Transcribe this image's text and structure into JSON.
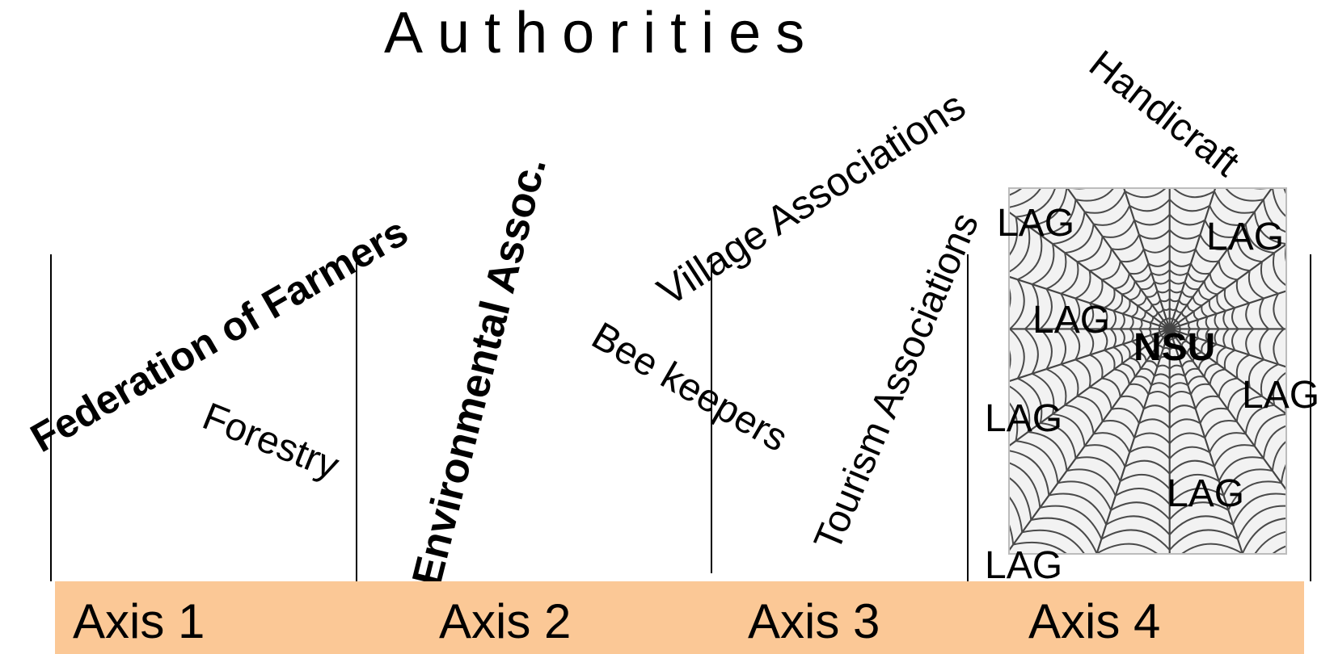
{
  "title": "Authorities",
  "organizations": {
    "federation": "Federation of Farmers",
    "environmental": "Environmental Assoc.",
    "village": "Village Associations",
    "handicraft": "Handicraft",
    "forestry": "Forestry",
    "bee": "Bee keepers",
    "tourism": "Tourism Associations"
  },
  "network": {
    "center": "NSU",
    "nodes": [
      "LAG",
      "LAG",
      "LAG",
      "LAG",
      "LAG",
      "LAG",
      "LAG"
    ]
  },
  "axes": [
    "Axis 1",
    "Axis 2",
    "Axis 3",
    "Axis 4"
  ],
  "colors": {
    "axis_bar": "#fbc896",
    "line": "#000000"
  }
}
